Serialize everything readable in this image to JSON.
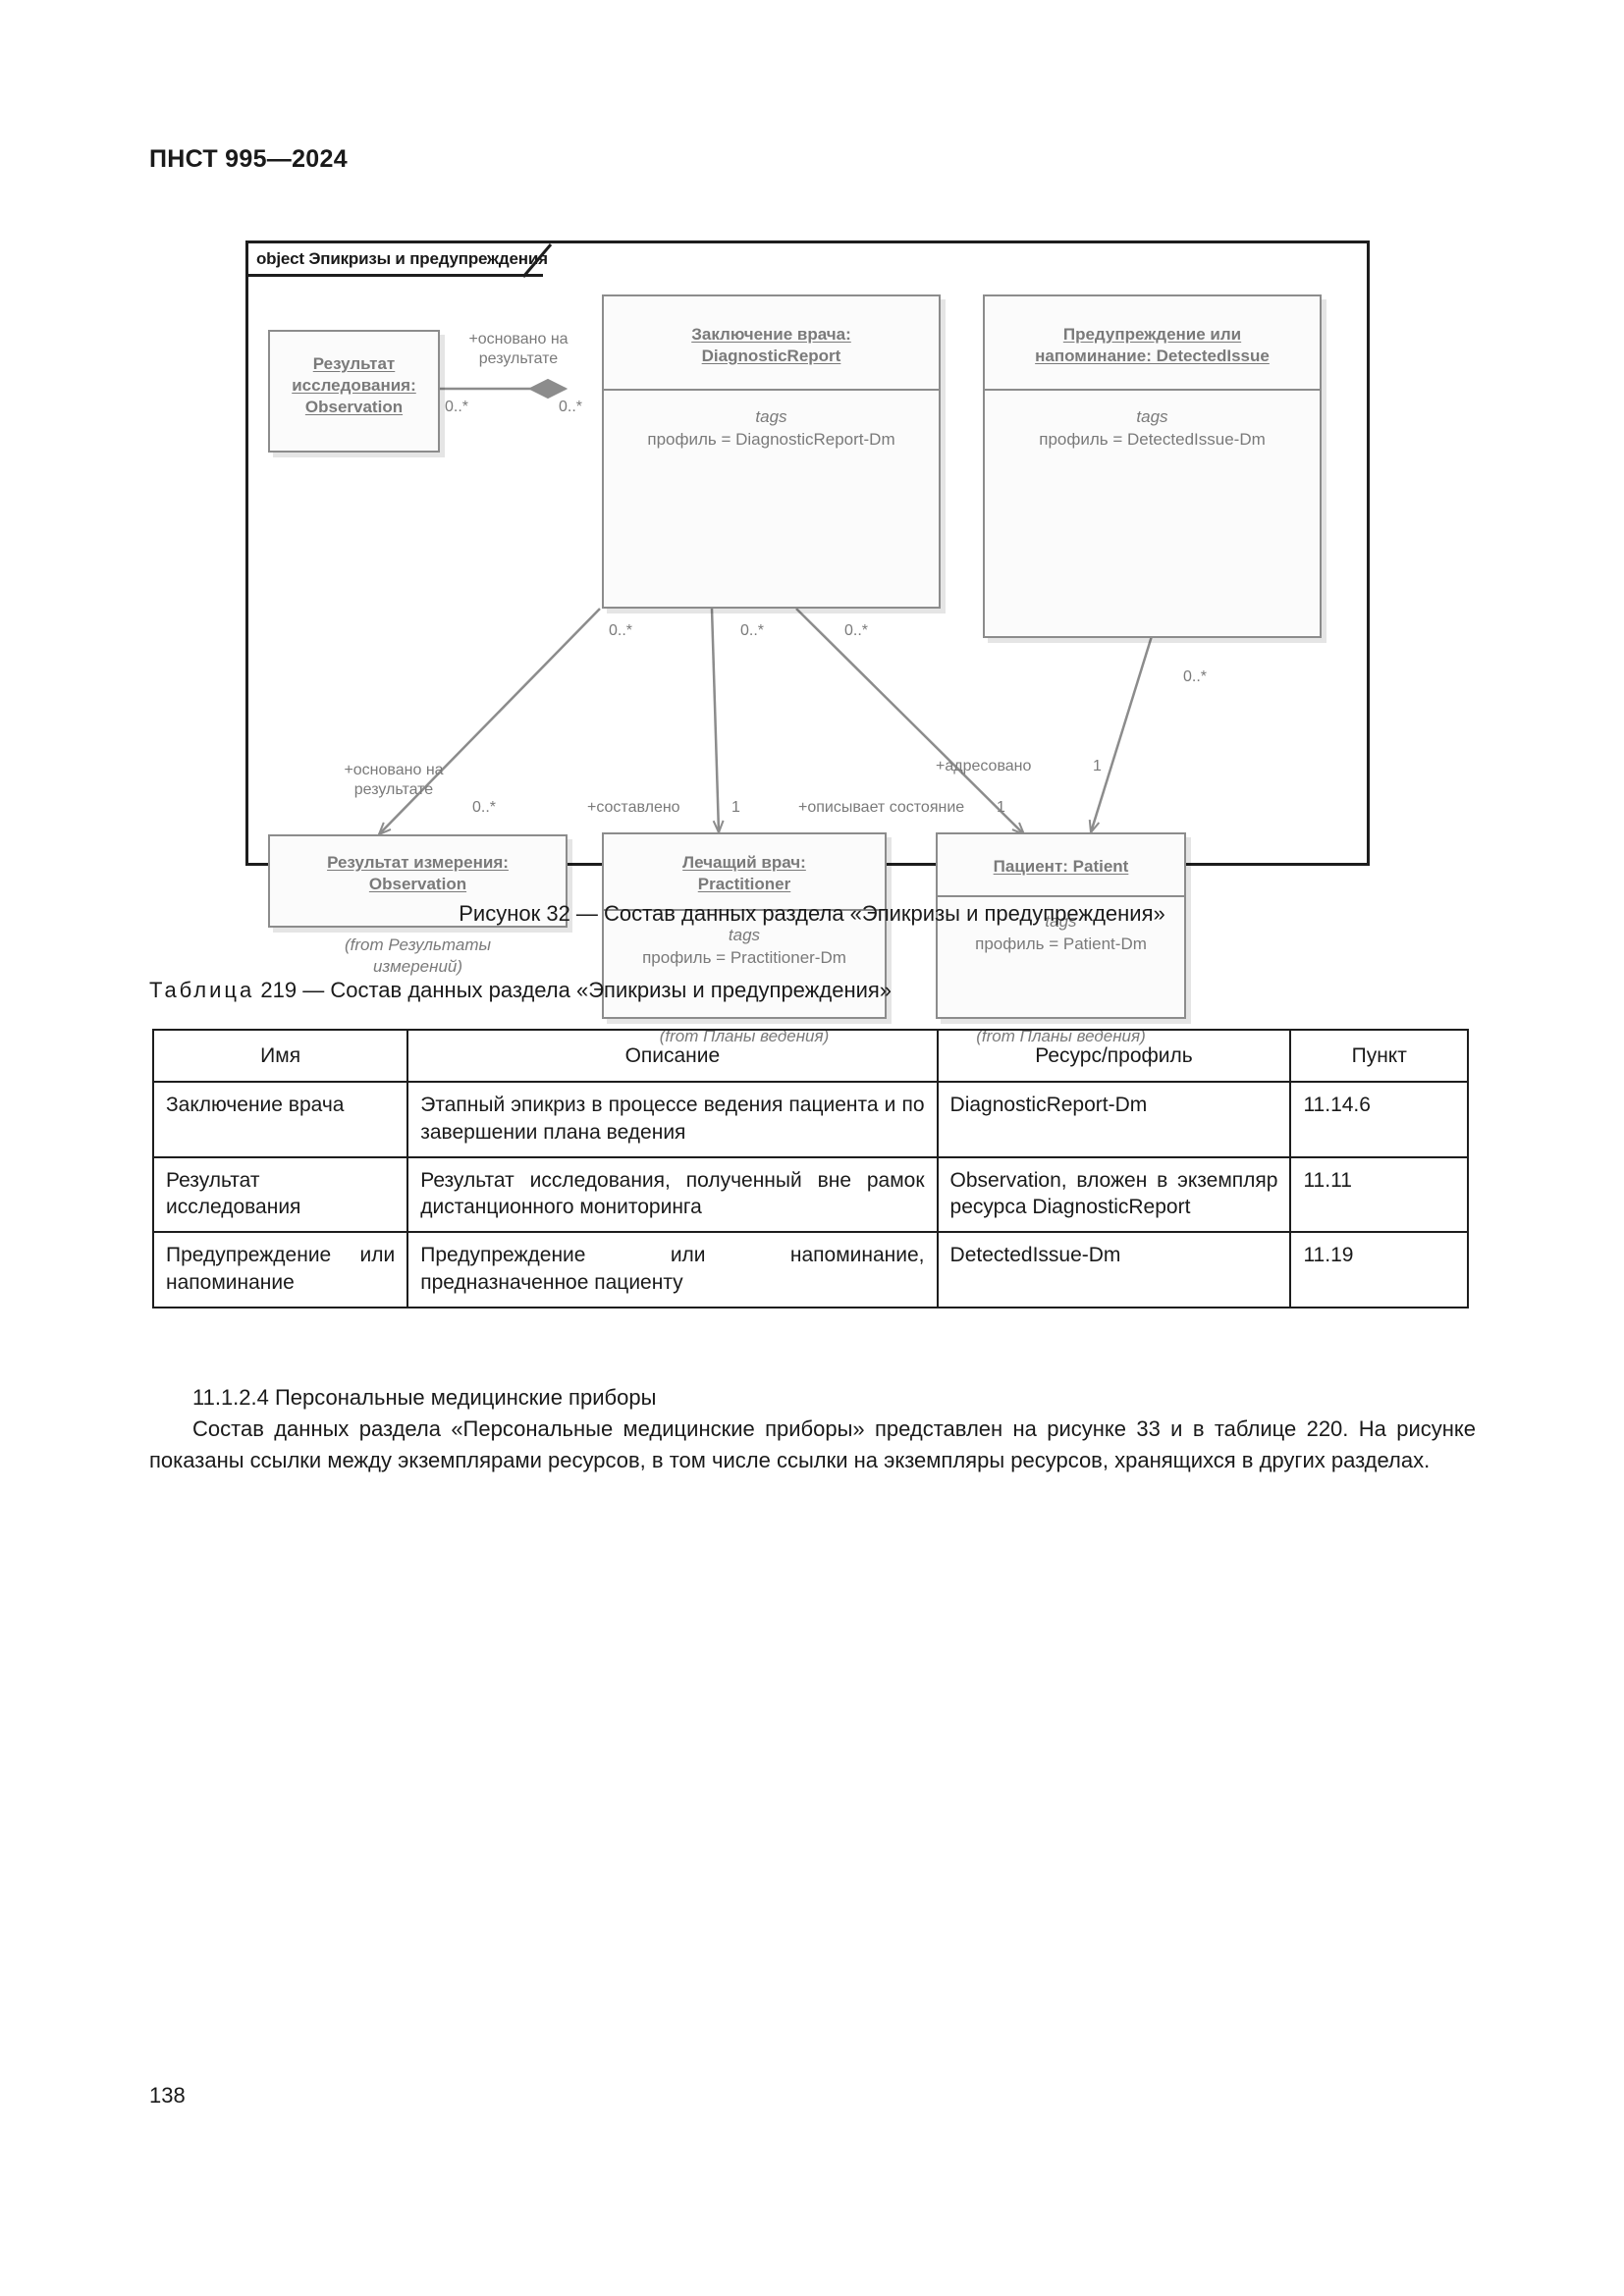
{
  "document": {
    "header": "ПНСТ 995—2024",
    "page_number": "138"
  },
  "figure": {
    "frame_tab_label": "object Эпикризы и предупреждения",
    "caption": "Рисунок 32 — Состав данных раздела «Эпикризы и предупреждения»",
    "boxes": {
      "observation_study": {
        "title_line1": "Результат",
        "title_line2": "исследования:",
        "title_line3": "Observation"
      },
      "diagnostic_report": {
        "title_line1": "Заключение врача:",
        "title_line2": "DiagnosticReport",
        "tags_label": "tags",
        "tags_value": "профиль = DiagnosticReport-Dm"
      },
      "detected_issue": {
        "title_line1": "Предупреждение или",
        "title_line2": "напоминание: DetectedIssue",
        "tags_label": "tags",
        "tags_value": "профиль = DetectedIssue-Dm"
      },
      "observation_measurement": {
        "title_line1": "Результат измерения:",
        "title_line2": "Observation",
        "from_note_line1": "(from Результаты",
        "from_note_line2": "измерений)"
      },
      "practitioner": {
        "title_line1": "Лечащий врач:",
        "title_line2": "Practitioner",
        "tags_label": "tags",
        "tags_value": "профиль = Practitioner-Dm",
        "from_note": "(from Планы ведения)"
      },
      "patient": {
        "title_line1": "Пациент: Patient",
        "tags_label": "tags",
        "tags_value": "профиль = Patient-Dm",
        "from_note": "(from Планы ведения)"
      }
    },
    "edges": {
      "based_on_result_top_line1": "+основано на",
      "based_on_result_top_line2": "результате",
      "mult_obs_study_end": "0..*",
      "mult_diag_to_obs_study": "0..*",
      "mult_diag_to_meas": "0..*",
      "mult_diag_to_practitioner": "0..*",
      "mult_diag_to_patient": "0..*",
      "mult_issue_to_patient": "0..*",
      "based_on_result_bottom_line1": "+основано на",
      "based_on_result_bottom_line2": "результате",
      "mult_meas_end": "0..*",
      "compiled_by": "+составлено",
      "mult_practitioner_end": "1",
      "describes_state": "+описывает состояние",
      "mult_patient_end_describes": "1",
      "addressed_to": "+адресовано",
      "mult_patient_end_addressed": "1"
    }
  },
  "table": {
    "caption_prefix": "Таблица",
    "caption_number": "219",
    "caption_rest": "— Состав данных раздела «Эпикризы и предупреждения»",
    "headers": [
      "Имя",
      "Описание",
      "Ресурс/профиль",
      "Пункт"
    ],
    "rows": [
      {
        "name": "Заключение врача",
        "description": "Этапный эпикриз в процессе ведения пациента и по завершении плана ведения",
        "resource": "DiagnosticReport-Dm",
        "item": "11.14.6"
      },
      {
        "name": "Результат исследования",
        "description": "Результат исследования, полученный вне рамок дистанционного мониторинга",
        "resource": "Observation, вложен в экземпляр ресурса DiagnosticReport",
        "item": "11.11"
      },
      {
        "name": "Предупреждение или напоминание",
        "description": "Предупреждение или напоминание, предназначенное пациенту",
        "resource": "DetectedIssue-Dm",
        "item": "11.19"
      }
    ]
  },
  "body": {
    "heading": "11.1.2.4 Персональные медицинские приборы",
    "paragraph": "Состав данных раздела «Персональные медицинские приборы» представлен на рисунке 33 и в таблице 220. На рисунке показаны ссылки между экземплярами ресурсов, в том числе ссылки на экземпляры ресурсов, хранящихся в других разделах."
  }
}
